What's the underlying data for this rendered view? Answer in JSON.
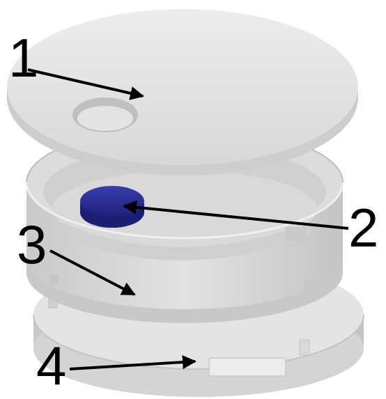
{
  "callouts": [
    {
      "number": "1",
      "part": "lid"
    },
    {
      "number": "2",
      "part": "insert"
    },
    {
      "number": "3",
      "part": "ring"
    },
    {
      "number": "4",
      "part": "base"
    }
  ],
  "colors": {
    "background": "#ffffff",
    "part_light": "#e6e6e6",
    "part_mid": "#d2d2d2",
    "part_shadow": "#b9b9b9",
    "insert_blue": "#25278f",
    "arrow": "#000000"
  }
}
